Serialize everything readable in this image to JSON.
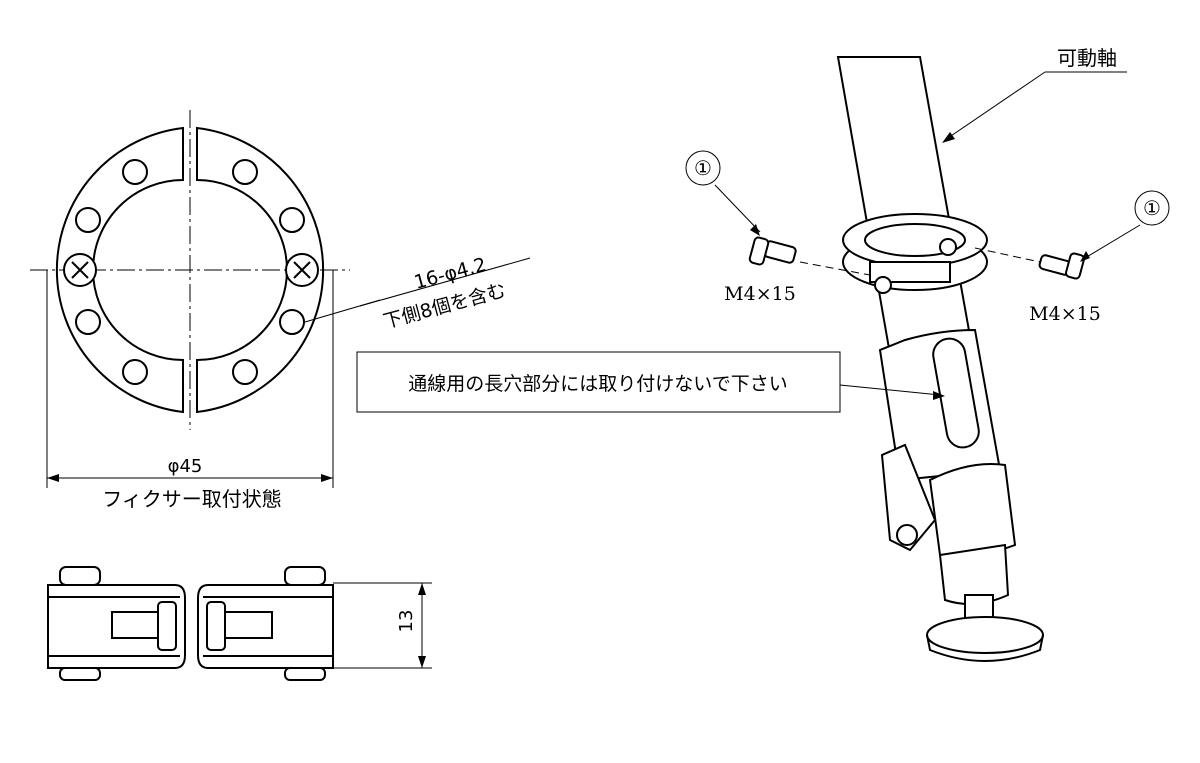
{
  "top_view": {
    "title": "フィクサー取付状態",
    "diameter_label": "φ45",
    "hole_note_line1": "16-φ4.2",
    "hole_note_line2": "下側8個を含む"
  },
  "side_view": {
    "height_label": "13"
  },
  "assembly": {
    "shaft_label": "可動軸",
    "part_number_left": "①",
    "part_number_right": "①",
    "screw_left": "M4×15",
    "screw_right": "M4×15",
    "warning_note": "通線用の長穴部分には取り付けないで下さい"
  }
}
